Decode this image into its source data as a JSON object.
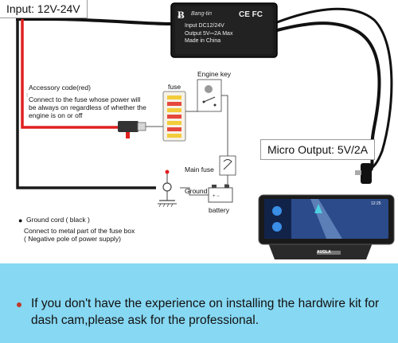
{
  "labels": {
    "input": "Input: 12V-24V",
    "micro_output": "Micro Output: 5V/2A",
    "accessory_title": "Accessory code(red)",
    "accessory_desc": [
      "Connect to the fuse whose power will",
      "be always on regardless  of whether the",
      "engine is on or off"
    ],
    "fuse": "fuse",
    "engine_key": "Engine key",
    "main_fuse": "Main fuse",
    "ground": "Ground",
    "battery": "battery",
    "ground_cord_title": "Ground cord ( black )",
    "ground_cord_desc": [
      "Connect to metal part of the fuse box",
      "( Negative pole of power supply)"
    ]
  },
  "unit": {
    "brand": "Ƀ",
    "brand_sub": "Bang-tin",
    "marks": "CE FC",
    "specs": [
      "Input DC12/24V",
      "Output 5V⎓2A  Max",
      "Made in China"
    ]
  },
  "device": {
    "time": "12:25",
    "brand": "AUGLA"
  },
  "notice": "If you don't have the experience on installing the hardwire kit for dash cam,please ask for the professional.",
  "colors": {
    "banner": "#87d8f3",
    "red_wire": "#e02020",
    "black_wire": "#1a1a1a",
    "bullet": "#c0392b"
  },
  "icons": [
    "bullet-dot-icon",
    "battery-icon",
    "ground-symbol-icon",
    "fuse-icon",
    "engine-key-icon"
  ]
}
